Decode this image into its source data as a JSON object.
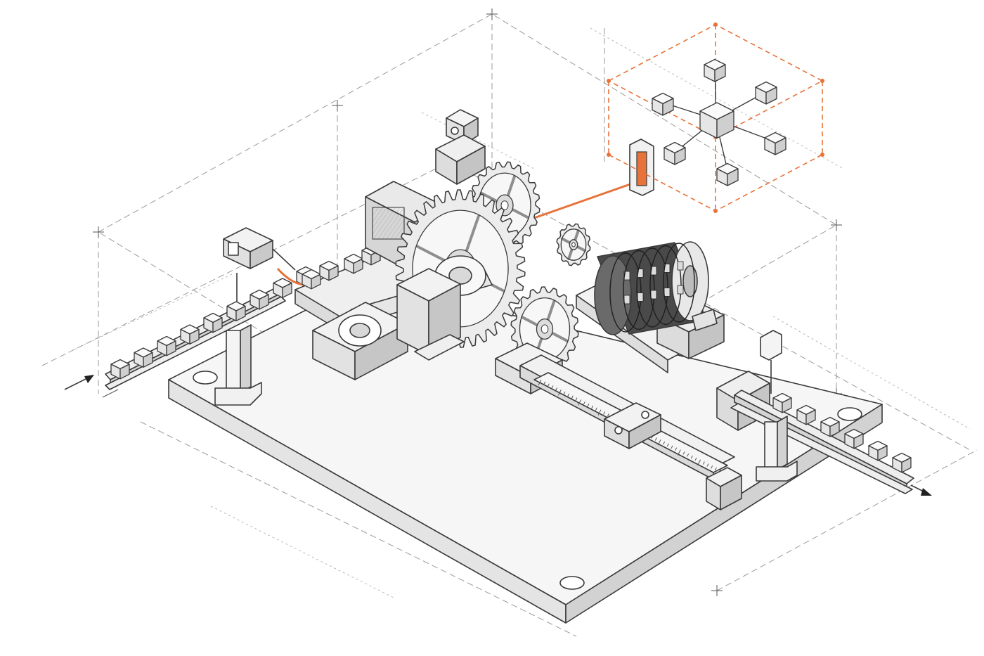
{
  "colors": {
    "ink": "#3a3a3a",
    "paper": "#ffffff",
    "shade_light": "#f1f1f1",
    "shade_mid": "#dcdcdc",
    "shade_dark": "#b5b5b5",
    "accent": "#e8733a"
  },
  "icons": {
    "input_arrow": "arrow-in-icon",
    "output_arrow": "arrow-out-icon",
    "camera": "sensor-camera-icon",
    "network": "network-cube-icon"
  },
  "diagram": {
    "kind": "isometric mechanical assembly sketch",
    "components": [
      "base-plate",
      "input-conveyor",
      "input-cubes",
      "drive-motor",
      "main-gear",
      "idler-gear",
      "lower-gear",
      "small-sprocket",
      "bearing-blocks",
      "top-sensor",
      "left-sensor",
      "accent-signal-path",
      "accent-frame",
      "cube-network",
      "counter-drum",
      "measuring-slide",
      "output-conveyor",
      "output-cubes"
    ],
    "text_labels": []
  }
}
